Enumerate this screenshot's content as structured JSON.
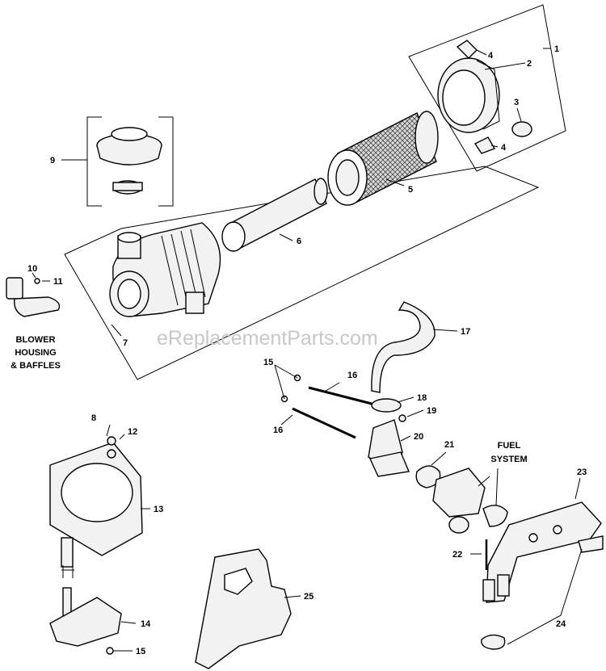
{
  "watermark": "eReplacementParts.com",
  "labels": {
    "blower": [
      "BLOWER",
      "HOUSING",
      "& BAFFLES"
    ],
    "fuel": [
      "FUEL",
      "SYSTEM"
    ]
  },
  "callouts": [
    "1",
    "2",
    "3",
    "4",
    "4",
    "5",
    "6",
    "7",
    "8",
    "9",
    "10",
    "11",
    "12",
    "13",
    "14",
    "15",
    "15",
    "16",
    "16",
    "17",
    "18",
    "19",
    "20",
    "21",
    "22",
    "23",
    "24",
    "25"
  ]
}
